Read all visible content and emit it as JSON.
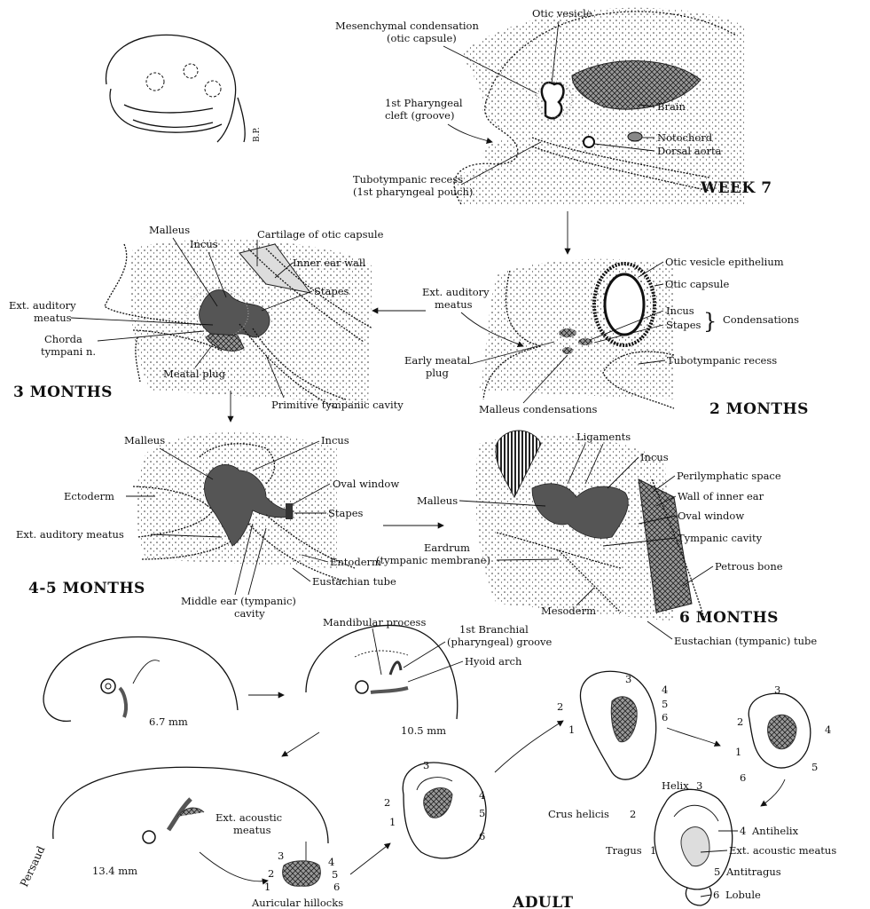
{
  "week7": {
    "stage": "WEEK 7",
    "labels": {
      "mesenchymal": "Mesenchymal condensation",
      "mesenchymal2": "(otic capsule)",
      "otic_vesicle": "Otic vesicle",
      "brain": "Brain",
      "pharyngeal_cleft": "1st Pharyngeal",
      "pharyngeal_cleft2": "cleft (groove)",
      "notochord": "Notochord",
      "dorsal_aorta": "Dorsal aorta",
      "tubotympanic": "Tubotympanic recess",
      "tubotympanic2": "(1st pharyngeal pouch)"
    }
  },
  "month2": {
    "stage": "2 MONTHS",
    "labels": {
      "otic_epithelium": "Otic vesicle epithelium",
      "otic_capsule": "Otic capsule",
      "ext_meatus": "Ext. auditory",
      "ext_meatus2": "meatus",
      "incus": "Incus",
      "stapes": "Stapes",
      "condensations": "Condensations",
      "early_plug": "Early meatal",
      "early_plug2": "plug",
      "tubo": "Tubotympanic recess",
      "malleus_cond": "Malleus condensations"
    }
  },
  "month3": {
    "stage": "3 MONTHS",
    "labels": {
      "malleus": "Malleus",
      "incus": "Incus",
      "cartilage": "Cartilage of otic capsule",
      "inner_wall": "Inner ear wall",
      "stapes": "Stapes",
      "ext_meatus": "Ext. auditory",
      "ext_meatus2": "meatus",
      "chorda": "Chorda",
      "chorda2": "tympani n.",
      "meatal_plug": "Meatal plug",
      "primitive": "Primitive tympanic cavity"
    }
  },
  "month45": {
    "stage": "4-5 MONTHS",
    "labels": {
      "malleus": "Malleus",
      "incus": "Incus",
      "oval": "Oval window",
      "ectoderm": "Ectoderm",
      "stapes": "Stapes",
      "ext_meatus": "Ext. auditory meatus",
      "entoderm": "Entoderm",
      "eustachian": "Eustachian tube",
      "middle_ear": "Middle ear (tympanic)",
      "middle_ear2": "cavity"
    }
  },
  "month6": {
    "stage": "6 MONTHS",
    "labels": {
      "ligaments": "Ligaments",
      "incus": "Incus",
      "perilymph": "Perilymphatic space",
      "wall_inner": "Wall of inner ear",
      "malleus": "Malleus",
      "oval": "Oval window",
      "eardrum": "Eardrum",
      "eardrum2": "(tympanic membrane)",
      "tympanic_cavity": "Tympanic cavity",
      "petrous": "Petrous bone",
      "mesoderm": "Mesoderm",
      "eustachian": "Eustachian (tympanic) tube"
    }
  },
  "external": {
    "mandibular": "Mandibular process",
    "branchial": "1st Branchial",
    "branchial2": "(pharyngeal) groove",
    "hyoid": "Hyoid arch",
    "mm67": "6.7 mm",
    "mm105": "10.5 mm",
    "mm134": "13.4 mm",
    "ext_acoustic": "Ext. acoustic",
    "ext_acoustic2": "meatus",
    "hillocks": "Auricular hillocks",
    "adult": "ADULT",
    "helix": "Helix",
    "crus": "Crus helicis",
    "antihelix": "Antihelix",
    "tragus": "Tragus",
    "ext_acoustic_meatus": "Ext. acoustic meatus",
    "antitragus": "Antitragus",
    "lobule": "Lobule",
    "n1": "1",
    "n2": "2",
    "n3": "3",
    "n4": "4",
    "n5": "5",
    "n6": "6",
    "initials": "B.P."
  }
}
